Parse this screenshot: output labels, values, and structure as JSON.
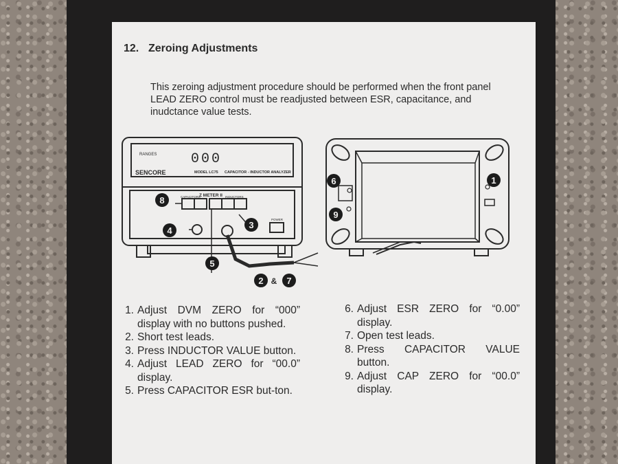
{
  "section": {
    "number": "12.",
    "title": "Zeroing Adjustments",
    "intro": "This zeroing adjustment procedure should be performed when the front panel LEAD ZERO control must be readjusted between ESR, capacitance, and inudctance value tests."
  },
  "diagram": {
    "brand": "SENCORE",
    "model": "MODEL LC75",
    "analyzer_label": "CAPACITOR - INDUCTOR ANALYZER",
    "meter_title": "Z METER II",
    "display_readout": "000",
    "ranges_label": "RANGES",
    "capacitors_label": "CAPACITORS",
    "inductors_label": "INDUCTORS",
    "power_label": "POWER",
    "callout_ampersand": "&",
    "callouts": [
      "1",
      "2",
      "3",
      "4",
      "5",
      "6",
      "7",
      "8",
      "9"
    ]
  },
  "steps_left": [
    {
      "num": "1.",
      "text": "Adjust DVM ZERO for “000” display with no buttons pushed."
    },
    {
      "num": "2.",
      "text": "Short test leads."
    },
    {
      "num": "3.",
      "text": "Press INDUCTOR VALUE button."
    },
    {
      "num": "4.",
      "text": "Adjust LEAD ZERO for “00.0” display."
    },
    {
      "num": "5.",
      "text": "Press CAPACITOR ESR but-ton."
    }
  ],
  "steps_right": [
    {
      "num": "6.",
      "text": "Adjust ESR ZERO for “0.00” display."
    },
    {
      "num": "7.",
      "text": "Open test leads."
    },
    {
      "num": "8.",
      "text": "Press CAPACITOR VALUE button."
    },
    {
      "num": "9.",
      "text": "Adjust CAP ZERO for “00.0” display."
    }
  ]
}
